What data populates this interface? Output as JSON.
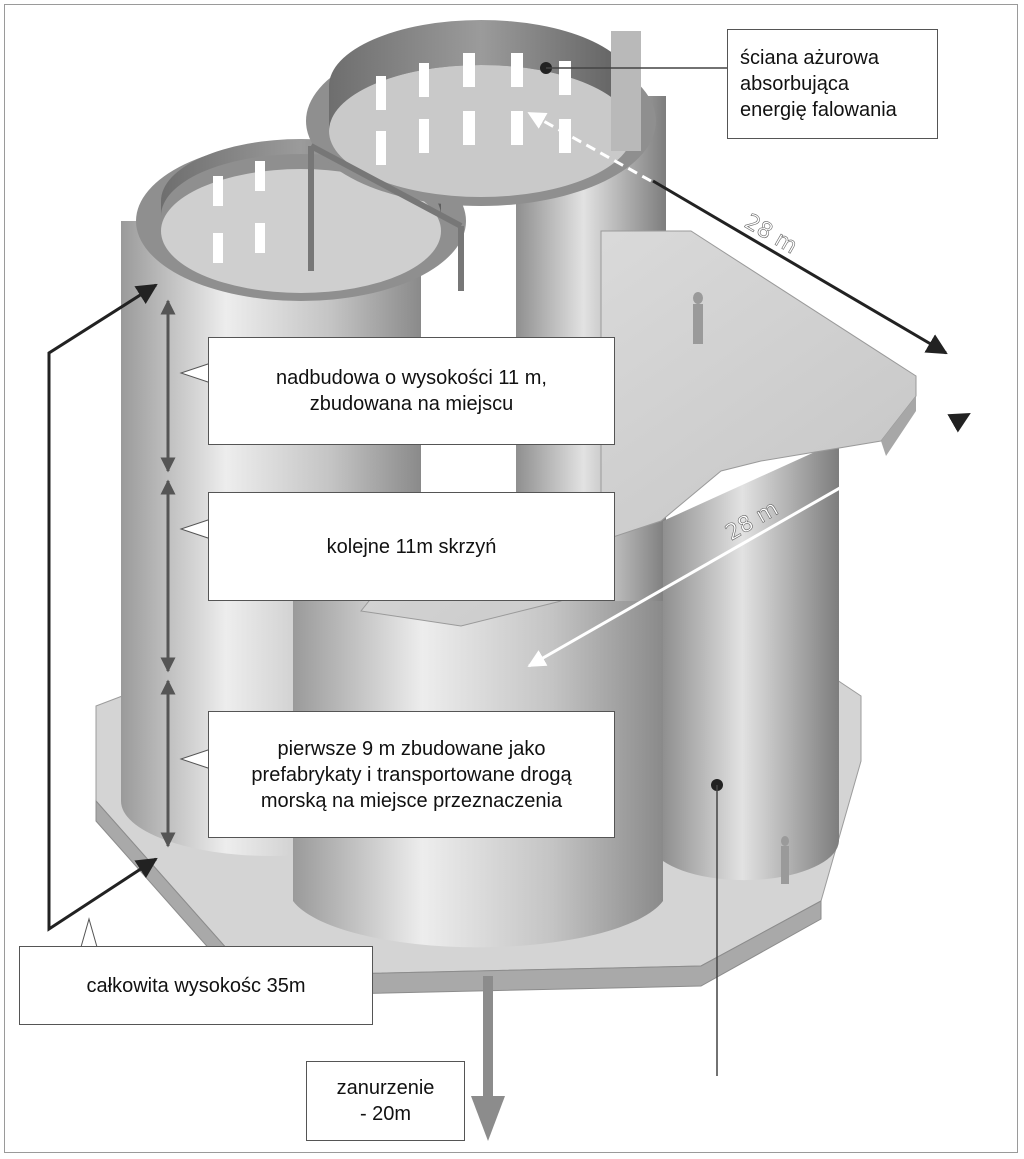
{
  "labels": {
    "openwork_wall": "ściana ażurowa\nabsorbująca\nenergię falowania",
    "superstructure": "nadbudowa o wysokości 11 m,\nzbudowana na miejscu",
    "next_caissons": "kolejne 11m skrzyń",
    "first_prefab": "pierwsze 9 m zbudowane jako\nprefabrykaty i transportowane drogą\nmorską na miejsce przeznaczenia",
    "total_height": "całkowita wysokośc 35m",
    "draft": "zanurzenie\n - 20m"
  },
  "dimensions": {
    "width_top": "28 m",
    "width_side": "28 m"
  },
  "colors": {
    "concrete_light": "#e6e6e6",
    "concrete_mid": "#bdbdbd",
    "concrete_dark": "#8a8a8a",
    "deck": "#d6d6d6",
    "arrow": "#222222",
    "dimension_arrow": "#ffffff",
    "draft_arrow": "#8c8c8c"
  }
}
